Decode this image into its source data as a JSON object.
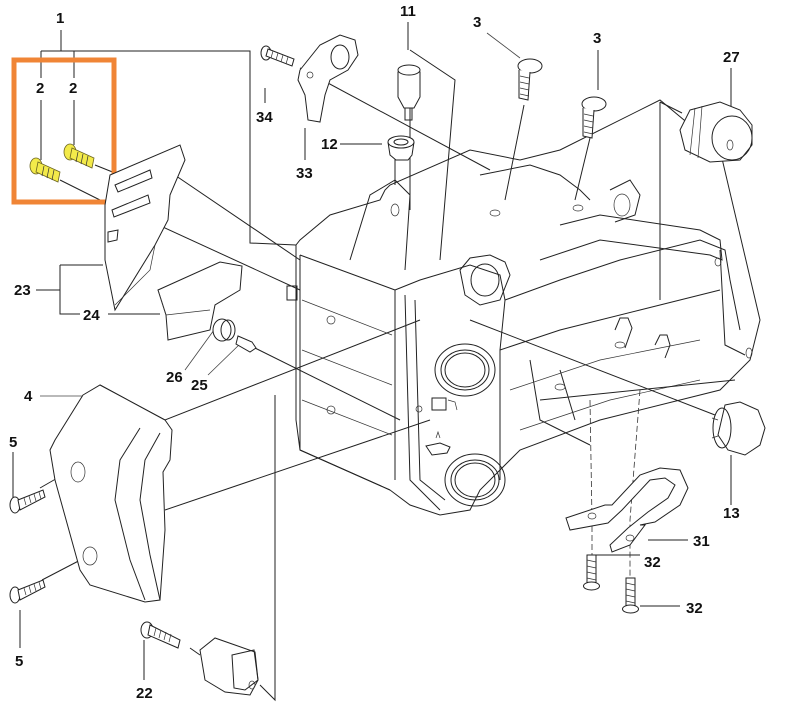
{
  "diagram": {
    "title": "Exploded parts diagram - chainsaw crankcase assembly",
    "highlight_color": "#f08536",
    "labels": {
      "p1": "1",
      "p2a": "2",
      "p2b": "2",
      "p3a": "3",
      "p3b": "3",
      "p4": "4",
      "p5a": "5",
      "p5b": "5",
      "p11": "11",
      "p12": "12",
      "p13": "13",
      "p22": "22",
      "p23": "23",
      "p24": "24",
      "p25": "25",
      "p26": "26",
      "p27": "27",
      "p31": "31",
      "p32a": "32",
      "p32b": "32",
      "p33": "33",
      "p34": "34"
    },
    "highlighted_part": "2"
  }
}
